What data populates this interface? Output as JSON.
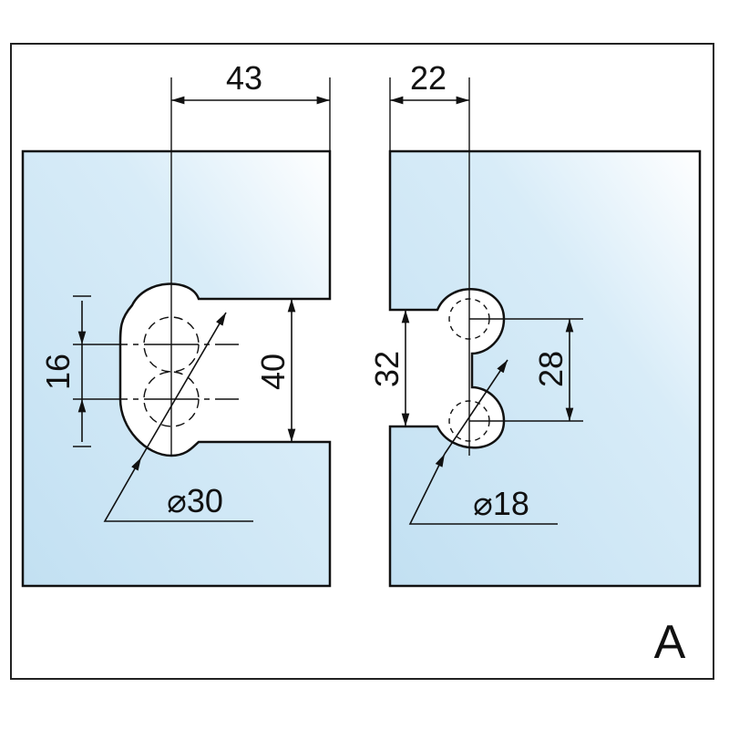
{
  "dimensions": {
    "left_width": "43",
    "right_width": "22",
    "left_hole_spacing": "16",
    "left_notch_height": "40",
    "right_notch_height": "32",
    "right_hole_spacing": "28",
    "left_diameter": "⌀30",
    "right_diameter": "⌀18"
  },
  "label": "A",
  "colors": {
    "glass_light": "#ffffff",
    "glass_blue": "#c6e2f3",
    "line": "#111111"
  }
}
